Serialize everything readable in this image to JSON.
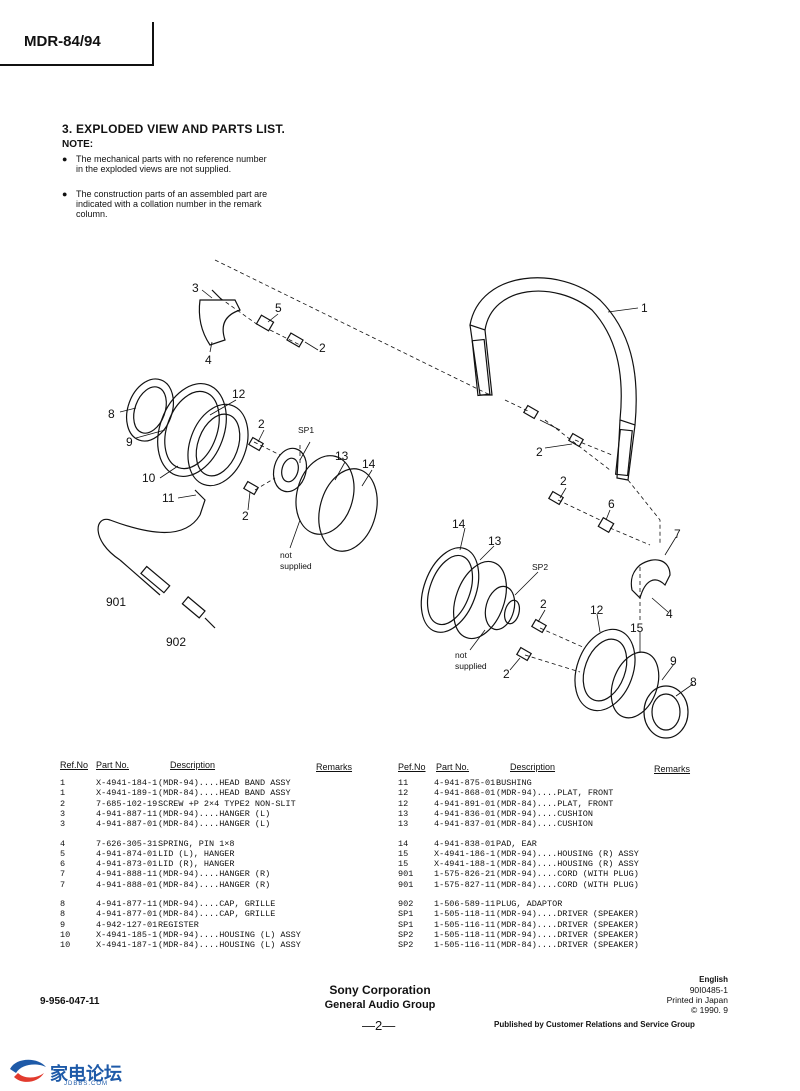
{
  "header": {
    "model": "MDR-84/94"
  },
  "section": {
    "title": "3.  EXPLODED VIEW AND PARTS LIST.",
    "note_title": "NOTE:",
    "notes": [
      "The mechanical parts with no reference number in the exploded views are not supplied.",
      "The construction parts of an assembled part are indicated with a collation number in the remark column."
    ]
  },
  "diagram": {
    "callouts": {
      "c1": "1",
      "c2a": "2",
      "c2b": "2",
      "c2c": "2",
      "c2d": "2",
      "c2e": "2",
      "c2f": "2",
      "c2g": "2",
      "c3": "3",
      "c4a": "4",
      "c4b": "4",
      "c5": "5",
      "c6": "6",
      "c7": "7",
      "c8a": "8",
      "c8b": "8",
      "c9a": "9",
      "c9b": "9",
      "c10": "10",
      "c11": "11",
      "c12a": "12",
      "c12b": "12",
      "c13a": "13",
      "c13b": "13",
      "c14a": "14",
      "c14b": "14",
      "c15": "15",
      "sp1": "SP1",
      "sp2": "SP2",
      "c901": "901",
      "c902": "902"
    },
    "not_supplied_1": "not",
    "not_supplied_2": "supplied"
  },
  "parts_table": {
    "headers": {
      "ref": "Ref.No",
      "part": "Part No.",
      "desc": "Description",
      "remarks": "Remarks"
    },
    "headers_right": {
      "ref": "Pef.No",
      "part": "Part No.",
      "desc": "Description",
      "remarks": "Remarks"
    },
    "left": [
      {
        "ref": "1",
        "part": "X-4941-184-1",
        "desc": "(MDR-94)....HEAD BAND ASSY"
      },
      {
        "ref": "1",
        "part": "X-4941-189-1",
        "desc": "(MDR-84)....HEAD BAND ASSY"
      },
      {
        "ref": "2",
        "part": "7-685-102-19",
        "desc": "SCREW  +P 2×4 TYPE2 NON-SLIT"
      },
      {
        "ref": "3",
        "part": "4-941-887-11",
        "desc": "(MDR-94)....HANGER (L)"
      },
      {
        "ref": "3",
        "part": "4-941-887-01",
        "desc": "(MDR-84)....HANGER (L)"
      },
      {
        "ref": "4",
        "part": "7-626-305-31",
        "desc": "SPRING, PIN 1×8"
      },
      {
        "ref": "5",
        "part": "4-941-874-01",
        "desc": "LID (L), HANGER"
      },
      {
        "ref": "6",
        "part": "4-941-873-01",
        "desc": "LID (R), HANGER"
      },
      {
        "ref": "7",
        "part": "4-941-888-11",
        "desc": "(MDR-94)....HANGER (R)"
      },
      {
        "ref": "7",
        "part": "4-941-888-01",
        "desc": "(MDR-84)....HANGER (R)"
      },
      {
        "ref": "8",
        "part": "4-941-877-11",
        "desc": "(MDR-94)....CAP, GRILLE"
      },
      {
        "ref": "8",
        "part": "4-941-877-01",
        "desc": "(MDR-84)....CAP, GRILLE"
      },
      {
        "ref": "9",
        "part": "4-942-127-01",
        "desc": "REGISTER"
      },
      {
        "ref": "10",
        "part": "X-4941-185-1",
        "desc": "(MDR-94)....HOUSING (L) ASSY"
      },
      {
        "ref": "10",
        "part": "X-4941-187-1",
        "desc": "(MDR-84)....HOUSING (L) ASSY"
      }
    ],
    "right": [
      {
        "ref": "11",
        "part": "4-941-875-01",
        "desc": "BUSHING"
      },
      {
        "ref": "12",
        "part": "4-941-868-01",
        "desc": "(MDR-94)....PLAT, FRONT"
      },
      {
        "ref": "12",
        "part": "4-941-891-01",
        "desc": "(MDR-84)....PLAT, FRONT"
      },
      {
        "ref": "13",
        "part": "4-941-836-01",
        "desc": "(MDR-94)....CUSHION"
      },
      {
        "ref": "13",
        "part": "4-941-837-01",
        "desc": "(MDR-84)....CUSHION"
      },
      {
        "ref": "14",
        "part": "4-941-838-01",
        "desc": "PAD, EAR"
      },
      {
        "ref": "15",
        "part": "X-4941-186-1",
        "desc": "(MDR-94)....HOUSING (R) ASSY"
      },
      {
        "ref": "15",
        "part": "X-4941-188-1",
        "desc": "(MDR-84)....HOUSING (R) ASSY"
      },
      {
        "ref": "901",
        "part": "1-575-826-21",
        "desc": "(MDR-94)....CORD (WITH PLUG)"
      },
      {
        "ref": "901",
        "part": "1-575-827-11",
        "desc": "(MDR-84)....CORD (WITH PLUG)"
      },
      {
        "ref": "902",
        "part": "1-506-589-11",
        "desc": "PLUG, ADAPTOR"
      },
      {
        "ref": "SP1",
        "part": "1-505-118-11",
        "desc": "(MDR-94)....DRIVER (SPEAKER)"
      },
      {
        "ref": "SP1",
        "part": "1-505-116-11",
        "desc": "(MDR-84)....DRIVER (SPEAKER)"
      },
      {
        "ref": "SP2",
        "part": "1-505-118-11",
        "desc": "(MDR-94)....DRIVER (SPEAKER)"
      },
      {
        "ref": "SP2",
        "part": "1-505-116-11",
        "desc": "(MDR-84)....DRIVER (SPEAKER)"
      }
    ]
  },
  "footer": {
    "doc_number": "9-956-047-11",
    "company": "Sony Corporation",
    "group": "General Audio Group",
    "page": "—2—",
    "language": "English",
    "code": "90I0485-1",
    "printed": "Printed in Japan",
    "date": "© 1990. 9",
    "published": "Published by Customer Relations and Service Group"
  },
  "watermark": {
    "text": "家电论坛",
    "sub": "JDBBS.COM"
  }
}
